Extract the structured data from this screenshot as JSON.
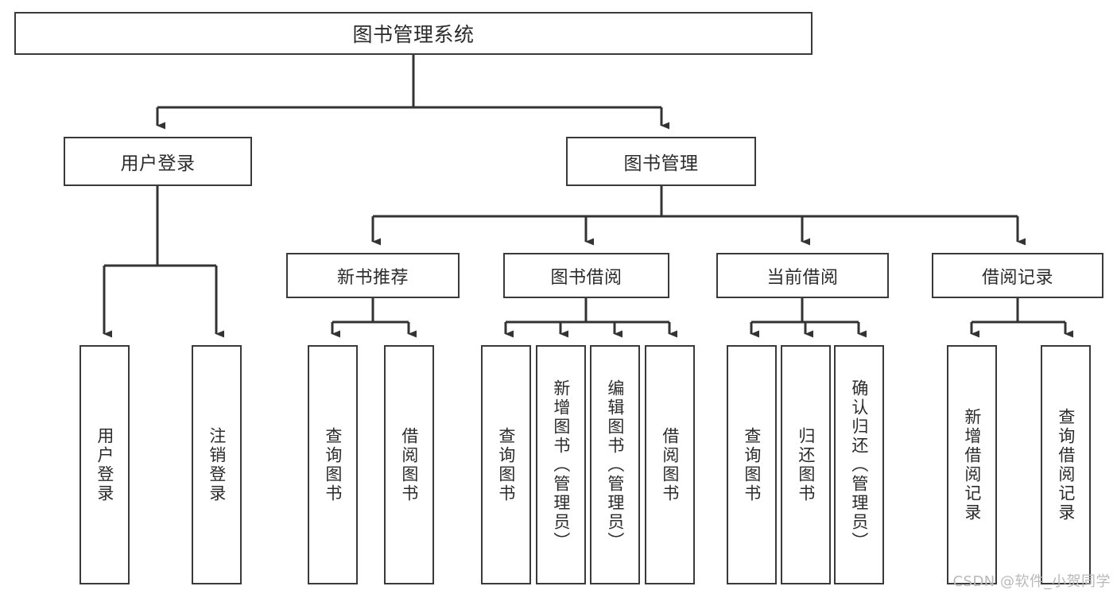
{
  "diagram": {
    "title": "图书管理系统",
    "type": "tree",
    "colors": {
      "background": "#ffffff",
      "box_border": "#3a3a3a",
      "box_fill": "#ffffff",
      "text": "#2b2b2b",
      "edge": "#333333",
      "watermark": "#b9b9b9"
    },
    "root": {
      "label": "图书管理系统"
    },
    "level1": [
      {
        "label": "用户登录"
      },
      {
        "label": "图书管理"
      }
    ],
    "level2": [
      {
        "label": "新书推荐"
      },
      {
        "label": "图书借阅"
      },
      {
        "label": "当前借阅"
      },
      {
        "label": "借阅记录"
      }
    ],
    "leaves": {
      "user_login": [
        {
          "label": "用户登录"
        },
        {
          "label": "注销登录"
        }
      ],
      "new_book_recommend": [
        {
          "label": "查询图书"
        },
        {
          "label": "借阅图书"
        }
      ],
      "book_borrow": [
        {
          "label": "查询图书"
        },
        {
          "label": "新增图书（管理员）"
        },
        {
          "label": "编辑图书（管理员）"
        },
        {
          "label": "借阅图书"
        }
      ],
      "current_borrow": [
        {
          "label": "查询图书"
        },
        {
          "label": "归还图书"
        },
        {
          "label": "确认归还（管理员）"
        }
      ],
      "borrow_record": [
        {
          "label": "新增借阅记录"
        },
        {
          "label": "查询借阅记录"
        }
      ]
    }
  },
  "watermark": {
    "text": "CSDN @软件_小贺同学"
  }
}
